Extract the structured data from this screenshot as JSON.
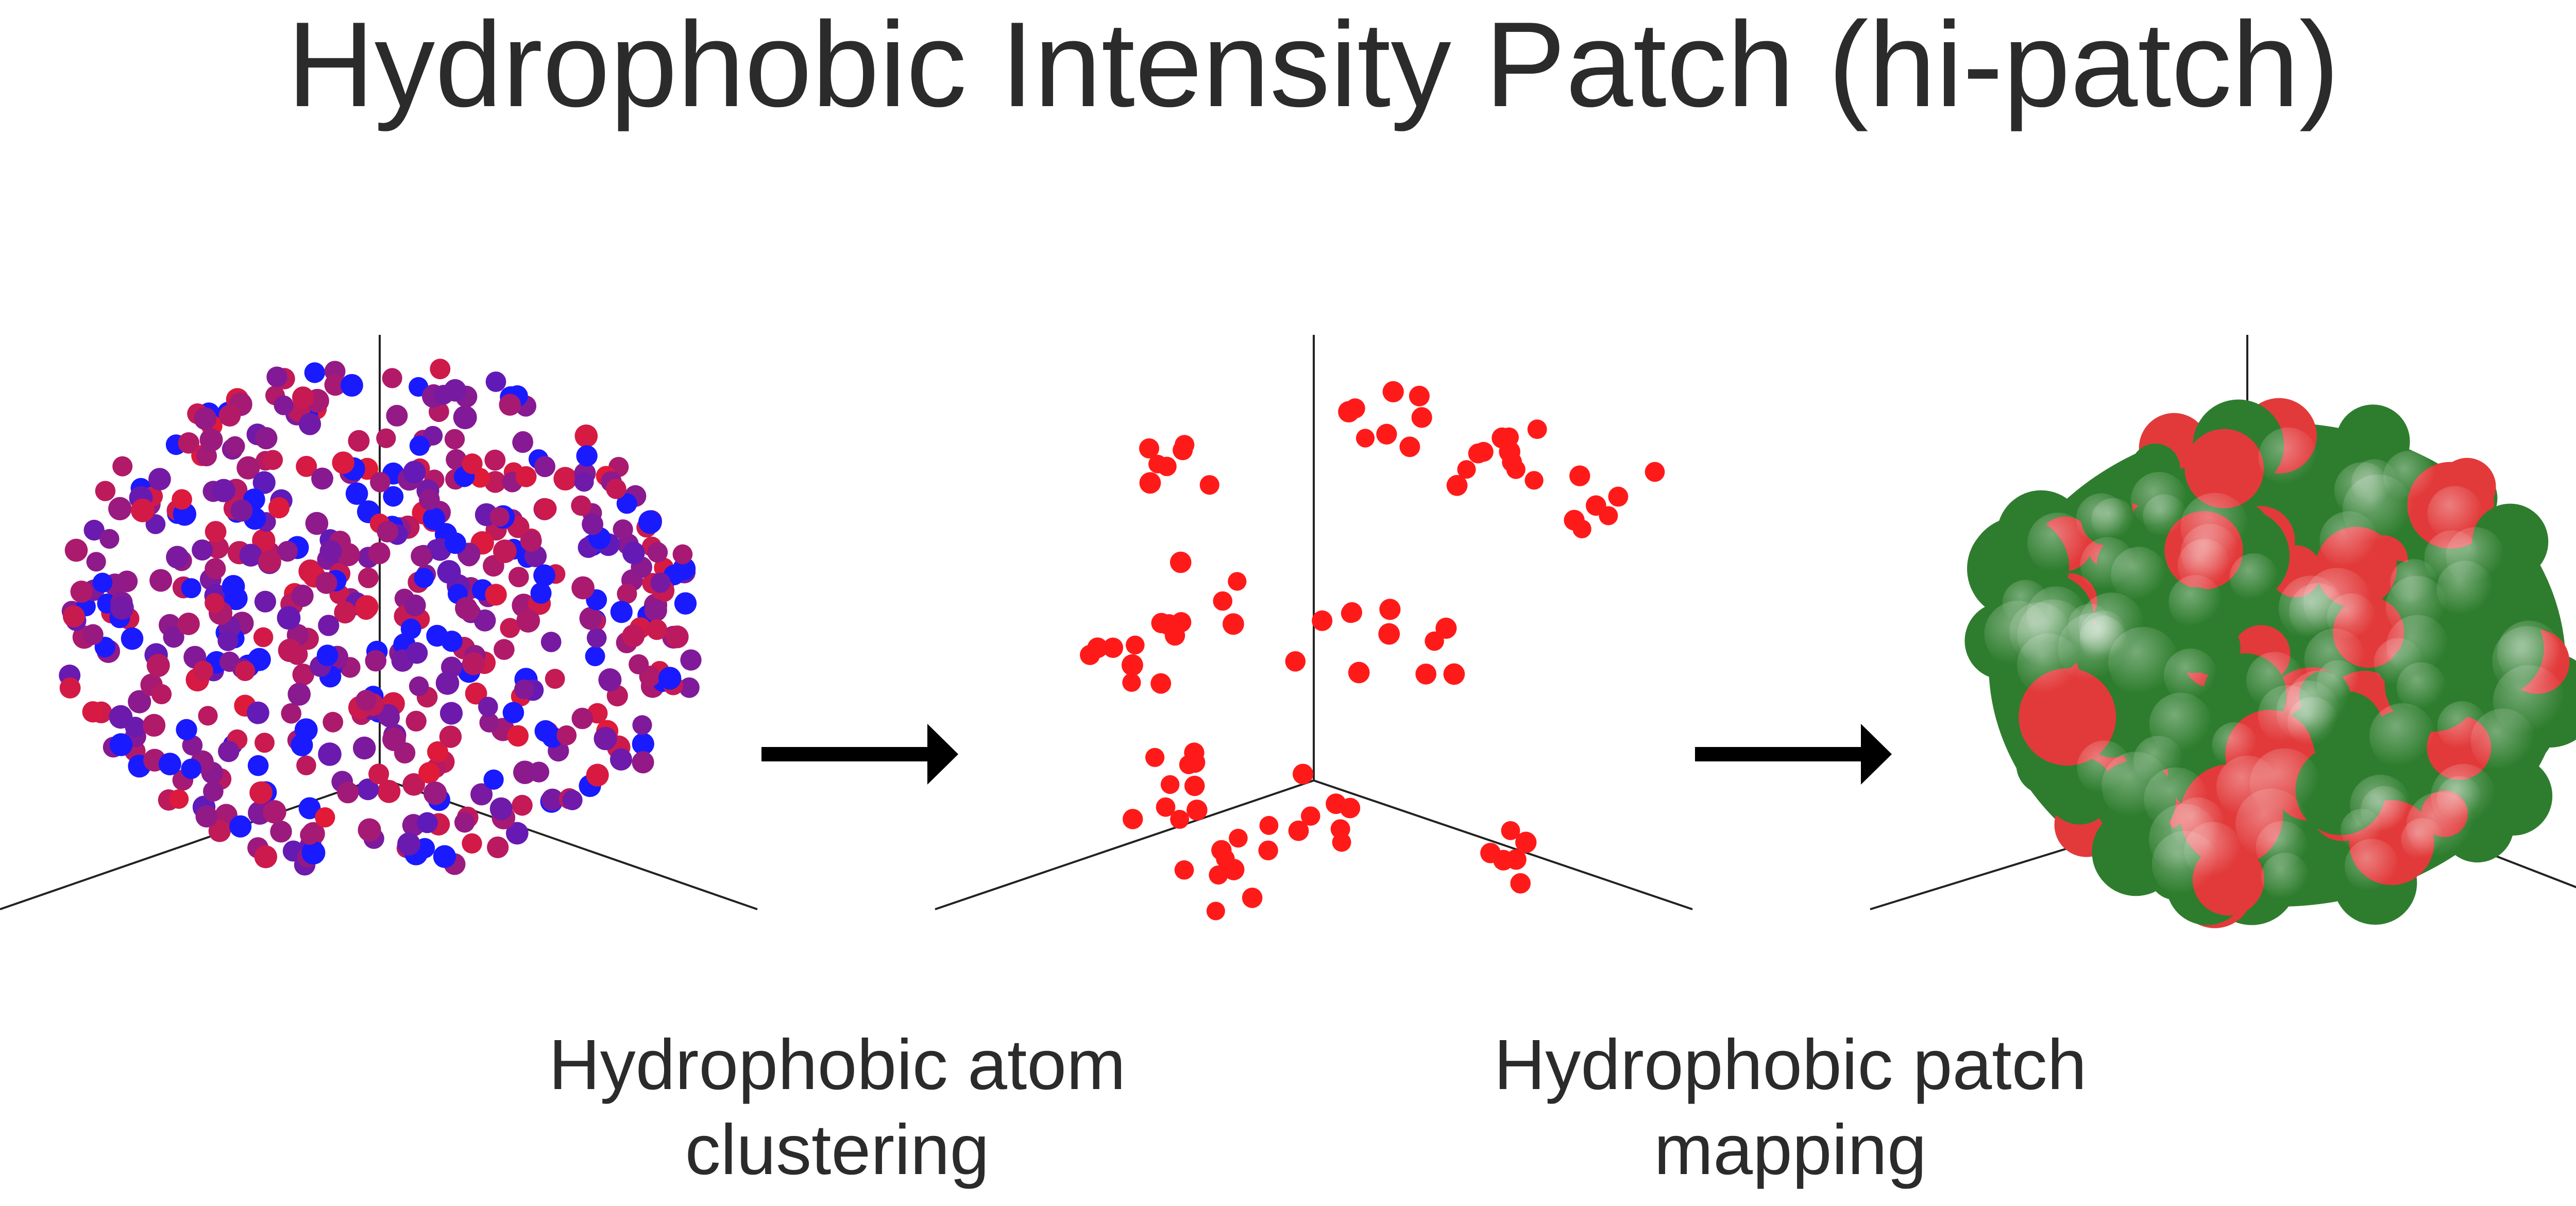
{
  "title": "Hydrophobic Intensity Patch (hi-patch)",
  "steps": [
    {
      "caption_line1": "Hydrophobic atom",
      "caption_line2": "clustering"
    },
    {
      "caption_line1": "Hydrophobic patch",
      "caption_line2": "mapping"
    }
  ],
  "colors": {
    "text": "#2b2b2b",
    "hydrophobic": "#ff1a1a",
    "hydrophilic": "#1a1aff",
    "surface_green": "#2e7d2e",
    "surface_red": "#e23a3a",
    "arrow": "#000000",
    "axis": "#222222"
  },
  "icons": [
    "atom-scatter-panel",
    "arrow-right-icon",
    "cluster-scatter-panel",
    "arrow-right-icon",
    "protein-surface-panel"
  ]
}
